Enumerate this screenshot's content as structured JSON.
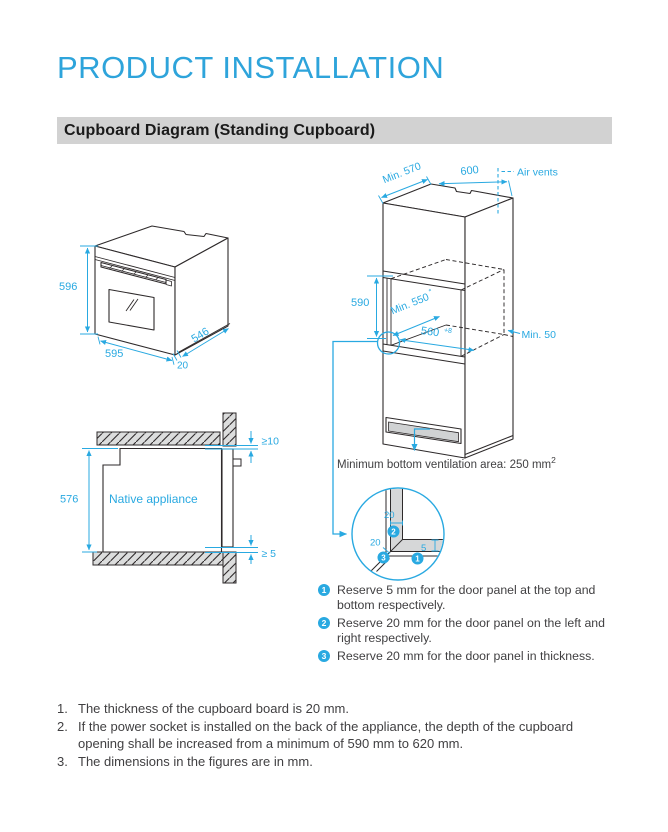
{
  "page": {
    "title": "PRODUCT INSTALLATION",
    "section_header": "Cupboard Diagram (Standing Cupboard)"
  },
  "colors": {
    "accent_blue": "#29A9E1",
    "title_blue": "#2EA4DB",
    "line_dark": "#2E2A2B",
    "panel_gray": "#D6D7D8",
    "header_bg": "#D2D2D2",
    "text_dark": "#414042"
  },
  "oven_diagram": {
    "height_label": "596",
    "width_label": "595",
    "depth_label": "546",
    "overhang_label": "20"
  },
  "cupboard_diagram": {
    "min_570": "Min. 570",
    "width_600": "600",
    "air_vents": "Air vents",
    "opening_height_590": "590",
    "min_550": "Min. 550",
    "min_550_sup": "*",
    "width_560": "560",
    "width_560_sup": "+8",
    "min_50": "Min. 50",
    "vent_note_text": "Minimum bottom ventilation area: 250 mm",
    "vent_note_sup": "2"
  },
  "section_view": {
    "gap_top": "≥10",
    "height_576": "576",
    "appliance_label": "Native appliance",
    "gap_bottom": "≥ 5"
  },
  "detail_view": {
    "top_20": "20",
    "left_20": "20",
    "thickness_5": "5",
    "badge_1": "1",
    "badge_2": "2",
    "badge_3": "3"
  },
  "notes": [
    {
      "num": "1",
      "text": "Reserve 5 mm for the door panel at the top and bottom respectively."
    },
    {
      "num": "2",
      "text": "Reserve 20 mm for the door panel on the left and right respectively."
    },
    {
      "num": "3",
      "text": "Reserve 20 mm for the door panel in thickness."
    }
  ],
  "footnotes": [
    {
      "num": "1.",
      "text": "The thickness of the cupboard board is 20 mm."
    },
    {
      "num": "2.",
      "text": "If the power socket is installed on the back of the appliance, the depth of the cupboard opening shall be increased from a minimum of 590 mm to 620 mm."
    },
    {
      "num": "3.",
      "text": "The dimensions in the figures are in mm."
    }
  ]
}
